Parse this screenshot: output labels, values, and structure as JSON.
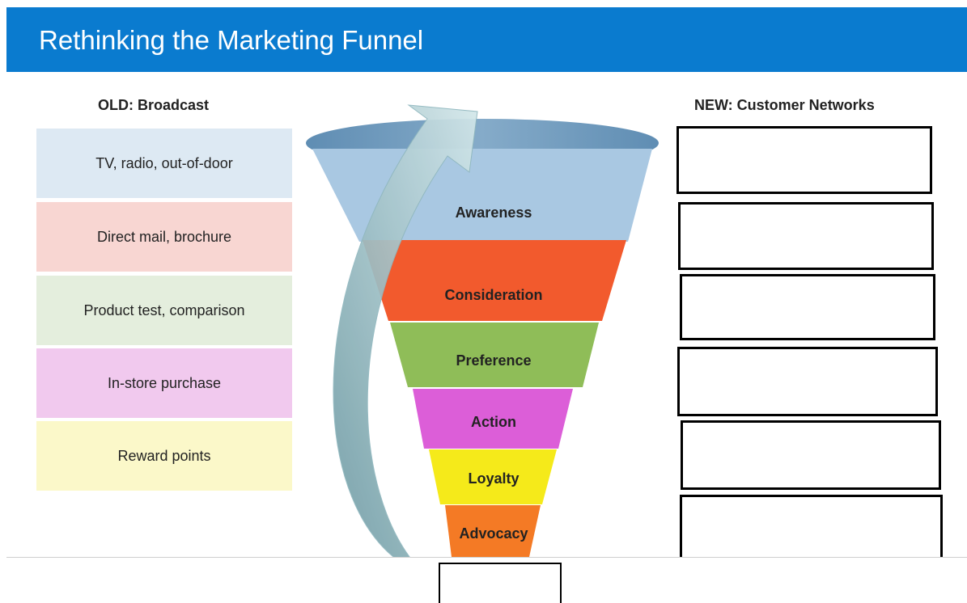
{
  "slide": {
    "title": "Rethinking the Marketing Funnel",
    "accent_color": "#0a7bcf"
  },
  "old": {
    "heading": "OLD: Broadcast",
    "items": [
      {
        "label": "TV, radio, out-of-door",
        "color": "#dde9f3"
      },
      {
        "label": "Direct mail, brochure",
        "color": "#f8d6d2"
      },
      {
        "label": "Product test, comparison",
        "color": "#e4eedd"
      },
      {
        "label": "In-store purchase",
        "color": "#f1c9ee"
      },
      {
        "label": "Reward points",
        "color": "#fbf8c9"
      }
    ]
  },
  "funnel": {
    "stages": [
      {
        "label": "Awareness",
        "color": "#a9c8e2"
      },
      {
        "label": "Consideration",
        "color": "#f25a2d"
      },
      {
        "label": "Preference",
        "color": "#8fbd58"
      },
      {
        "label": "Action",
        "color": "#dc5ed8"
      },
      {
        "label": "Loyalty",
        "color": "#f5ea1a"
      },
      {
        "label": "Advocacy",
        "color": "#f47a25"
      }
    ]
  },
  "new": {
    "heading": "NEW: Customer Networks",
    "boxes": [
      "",
      "",
      "",
      "",
      "",
      ""
    ]
  },
  "answer_box": ""
}
